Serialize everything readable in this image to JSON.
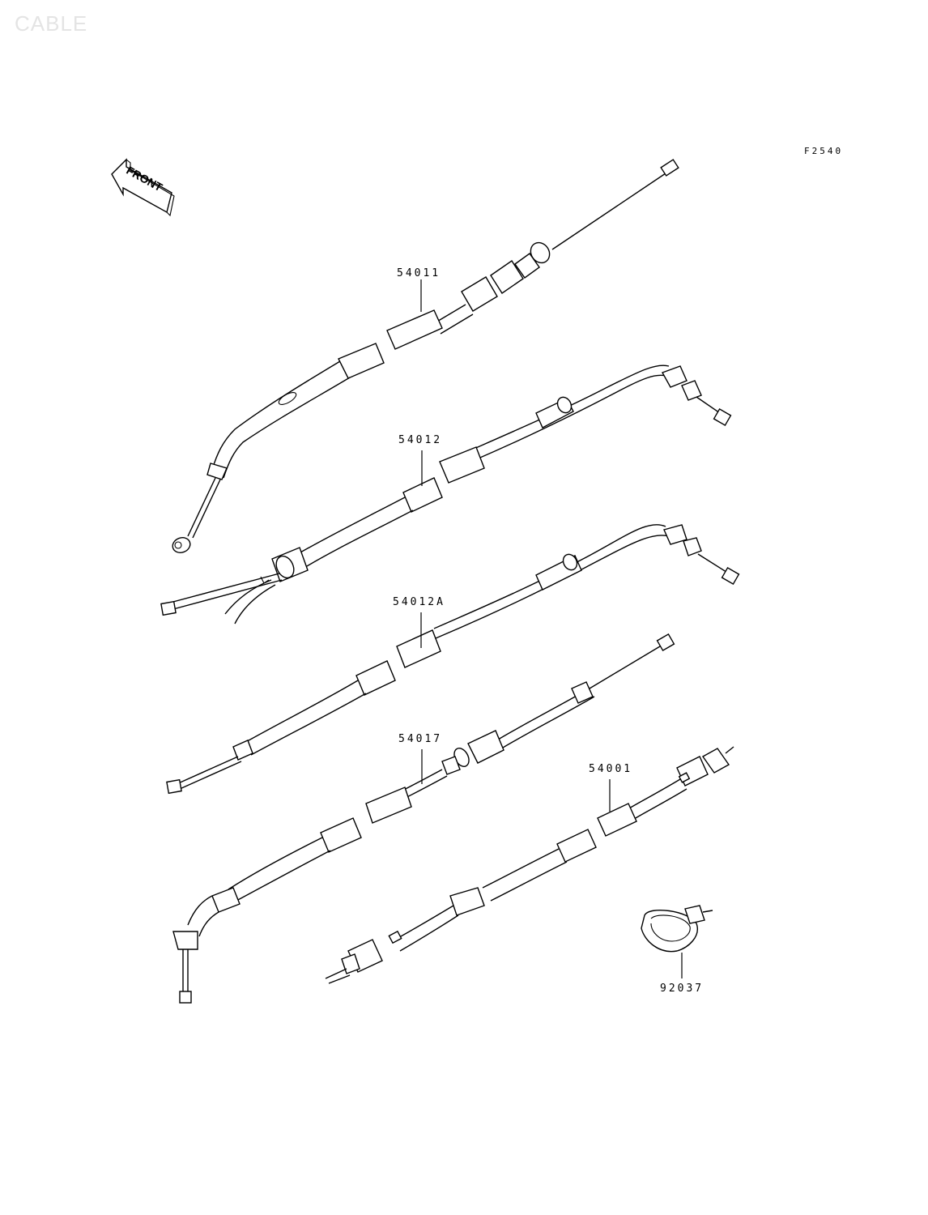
{
  "header": {
    "watermark": "CABLE",
    "figure_code": "F2540"
  },
  "front_indicator": {
    "label": "FRONT",
    "icon": "front-arrow-icon"
  },
  "parts": [
    {
      "id": "54011",
      "label": "54011"
    },
    {
      "id": "54012",
      "label": "54012"
    },
    {
      "id": "54012A",
      "label": "54012A"
    },
    {
      "id": "54017",
      "label": "54017"
    },
    {
      "id": "54001",
      "label": "54001"
    },
    {
      "id": "92037",
      "label": "92037"
    }
  ]
}
